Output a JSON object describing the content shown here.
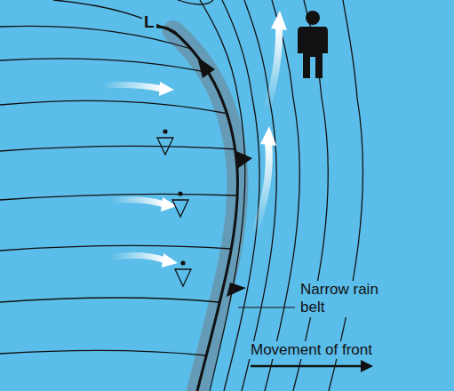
{
  "diagram": {
    "labels": [
      "L",
      "Narrow rain belt",
      "Movement of front"
    ]
  }
}
